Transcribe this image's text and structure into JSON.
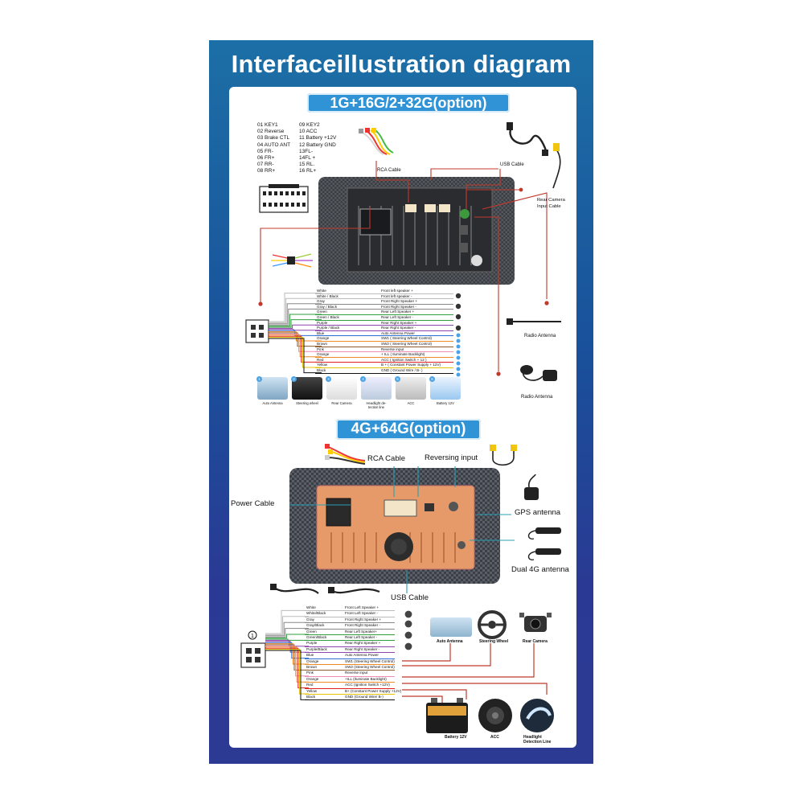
{
  "title": "Interfaceillustration diagram",
  "section1": {
    "badge": "1G+16G/2+32G(option)",
    "pins_left": [
      "01 KEY1",
      "02 Reverse",
      "03 Brake CTL",
      "04 AUTO ANT",
      "05 FR-",
      "06 FR+",
      "07 RR-",
      "08 RR+"
    ],
    "pins_right": [
      "09 KEY2",
      "10 ACC",
      "11 Battery +12V",
      "12 Battery GND",
      "13FL-",
      "14FL +",
      "15 RL.",
      "16 RL+"
    ],
    "labels": {
      "rca": "RCA Cable",
      "usb": "USB Cable",
      "rear_camera": "Rear Camera\nInput Cable",
      "radio_antenna_1": "Radio Antenna",
      "radio_antenna_2": "Radio Antenna"
    },
    "wires": [
      {
        "color": "White",
        "function": "Front left speaker +"
      },
      {
        "color": "White / Black",
        "function": "Front left speaker -"
      },
      {
        "color": "Gray",
        "function": "Front Right Speaker +"
      },
      {
        "color": "Gray / Black",
        "function": "Front Right Speaker -"
      },
      {
        "color": "Green",
        "function": "Rear Left Speaker +"
      },
      {
        "color": "Green / Black",
        "function": "Rear Left Speaker -"
      },
      {
        "color": "Purple",
        "function": "Rear Right Speaker +"
      },
      {
        "color": "Purple / Black",
        "function": "Rear Right Speaker -"
      },
      {
        "color": "Blue",
        "function": "Auto Antenna Power"
      },
      {
        "color": "Orange",
        "function": "SW1 ( Steering Wheel Control)"
      },
      {
        "color": "Brown",
        "function": "SW2 ( Steering Wheel Control)"
      },
      {
        "color": "Pink",
        "function": "Reverse input"
      },
      {
        "color": "Orange",
        "function": "+ ILL ( Iluminate Backlight)"
      },
      {
        "color": "Red",
        "function": "ACC ( Ignition Switch + 12 )"
      },
      {
        "color": "Yellow",
        "function": "B + ( Constant Power Supply + 12V)"
      },
      {
        "color": "Black",
        "function": "GND ( Ground Wire / B- )"
      }
    ],
    "icons": [
      "Auto Antenna",
      "Steering wheel",
      "Rear Camera",
      "Headlight de-\ntection line",
      "ACC",
      "Battery 12V"
    ],
    "icon_numbers": [
      "1",
      "2",
      "3",
      "4",
      "5",
      "6"
    ]
  },
  "section2": {
    "badge": "4G+64G(option)",
    "labels": {
      "rca": "RCA Cable",
      "reversing": "Reversing input",
      "power": "Power Cable",
      "gps": "GPS antenna",
      "dual4g": "Dual 4G antenna",
      "usb": "USB Cable"
    },
    "circle_number": "1",
    "wires": [
      {
        "color": "White",
        "function": "Front Left Speaker +"
      },
      {
        "color": "White/Black",
        "function": "Front Left Speaker -"
      },
      {
        "color": "Gray",
        "function": "Front Right Speaker +"
      },
      {
        "color": "Gray/Black",
        "function": "Front Right Speaker -"
      },
      {
        "color": "Green",
        "function": "Rear Left Speaker+"
      },
      {
        "color": "Green/Black",
        "function": "Rear Left Speaker -"
      },
      {
        "color": "Purple",
        "function": "Rear Right Speaker +"
      },
      {
        "color": "Purple/Black",
        "function": "Rear Right Speaker -"
      },
      {
        "color": "Blue",
        "function": "Auto Antenna Power"
      },
      {
        "color": "Orange",
        "function": "SW1 (Steering Wheel Control)"
      },
      {
        "color": "Brown",
        "function": "SW2 (Steering Wheel Control)"
      },
      {
        "color": "Pink",
        "function": "Reverse input"
      },
      {
        "color": "Orange",
        "function": "+ILL (Iluminate Backlight)"
      },
      {
        "color": "Red",
        "function": "ACC (Ignition Switch +12V)"
      },
      {
        "color": "Yellow",
        "function": "B+ (Constant Power Supply +12V)"
      },
      {
        "color": "Black",
        "function": "GND (Ground Wire/ B-)"
      }
    ],
    "icons": {
      "auto_antenna": "Auto Antenna",
      "steering": "Steering Wheel",
      "rear_camera": "Rear Camera",
      "battery": "Battery 12V",
      "acc": "ACC",
      "headlight": "Headlight\nDetection Line"
    }
  },
  "colors": {
    "frame_top": "#1c6fa6",
    "frame_bottom": "#2d3a93",
    "badge": "#2f93d6",
    "callout": "#c0392b",
    "board": "#e69a6a"
  }
}
